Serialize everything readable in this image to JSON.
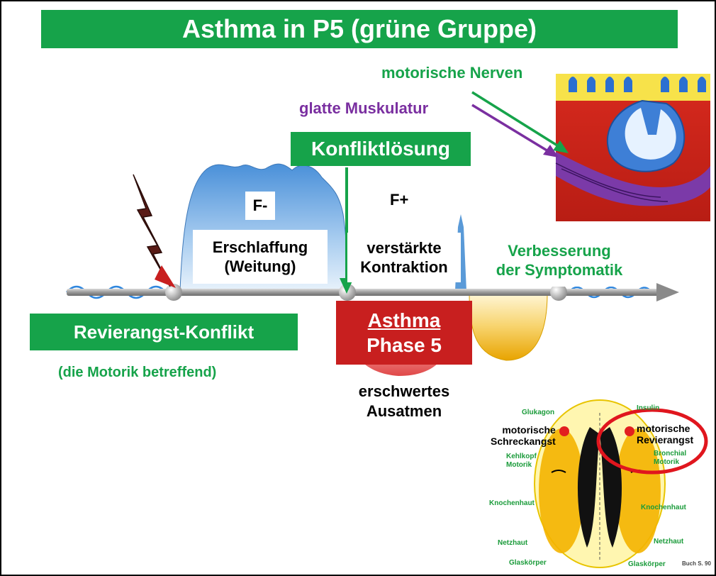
{
  "title": "Asthma in P5 (grüne Gruppe)",
  "labels": {
    "motor_nerves": "motorische Nerven",
    "smooth_muscle": "glatte Muskulatur",
    "conflict_resolution": "Konfliktlösung",
    "f_minus": "F-",
    "f_plus": "F+",
    "slackening_1": "Erschlaffung",
    "slackening_2": "(Weitung)",
    "contraction_1": "verstärkte",
    "contraction_2": "Kontraktion",
    "improvement_1": "Verbesserung",
    "improvement_2": "der Symptomatik",
    "conflict_type": "Revierangst-Konflikt",
    "conflict_sub": "(die Motorik betreffend)",
    "asthma_1": "Asthma",
    "asthma_2": "Phase 5",
    "exhale_1": "erschwertes",
    "exhale_2": "Ausatmen"
  },
  "brain_map": {
    "left_title_1": "motorische",
    "left_title_2": "Schreckangst",
    "left_sub_1": "Kehlkopf",
    "left_sub_2": "Motorik",
    "right_title_1": "motorische",
    "right_title_2": "Revierangst",
    "right_sub_1": "Bronchial",
    "right_sub_2": "Motorik",
    "glukagon": "Glukagon",
    "insulin": "Insulin",
    "bone_left": "Knochenhaut",
    "bone_right": "Knochenhaut",
    "retina_left": "Netzhaut",
    "retina_right": "Netzhaut",
    "vitreous_left": "Glaskörper",
    "vitreous_right": "Glaskörper",
    "book_ref": "Buch S. 90"
  },
  "colors": {
    "green": "#16a34a",
    "purple": "#7a2fa0",
    "red": "#c81f1f",
    "blue_wave": "#2e86de",
    "yellow": "#f2b300"
  }
}
